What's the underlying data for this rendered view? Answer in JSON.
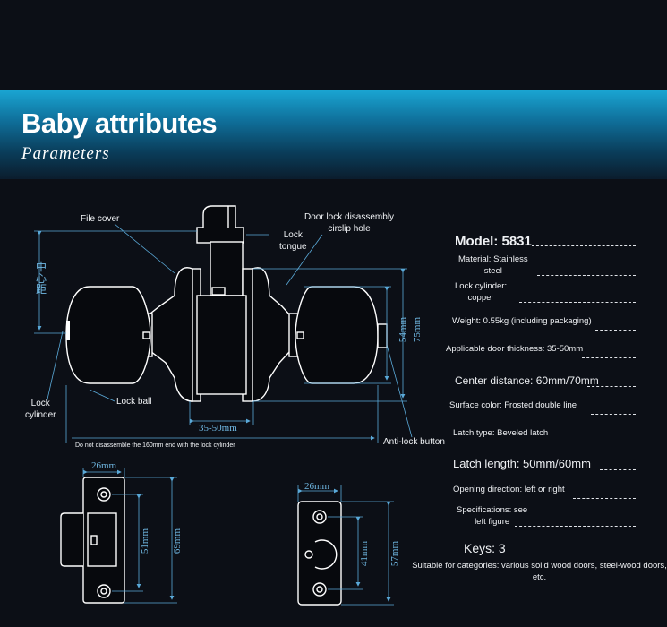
{
  "header": {
    "title": "Baby attributes",
    "subtitle": "Parameters"
  },
  "diagram": {
    "labels": {
      "file_cover": "File cover",
      "lock_tongue": "Lock\ntongue",
      "door_lock_hole": "Door lock disassembly\ncirclip hole",
      "center_distance_cn": "中心距",
      "lock_cylinder": "Lock\ncylinder",
      "lock_ball": "Lock ball",
      "anti_lock": "Anti-lock button",
      "warning": "Do not disassemble the 160mm end with the lock cylinder"
    },
    "dims": {
      "thickness": "35-50mm",
      "h54": "54mm",
      "h75": "75mm",
      "plate1_w": "26mm",
      "plate1_h51": "51mm",
      "plate1_h69": "69mm",
      "plate2_w": "26mm",
      "plate2_h41": "41mm",
      "plate2_h57": "57mm"
    }
  },
  "specs": {
    "model": "Model: 5831",
    "material": "Material: Stainless\nsteel",
    "lock_cylinder": "Lock cylinder:\ncopper",
    "weight": "Weight: 0.55kg (including packaging)",
    "door_thickness": "Applicable door thickness: 35-50mm",
    "center_distance": "Center distance: 60mm/70mm",
    "surface_color": "Surface color: Frosted double line",
    "latch_type": "Latch type: Beveled latch",
    "latch_length": "Latch length: 50mm/60mm",
    "opening_direction": "Opening direction: left or right",
    "specifications": "Specifications: see\nleft figure",
    "keys": "Keys: 3",
    "categories": "Suitable for categories: various solid wood doors, steel-wood doors,\netc."
  }
}
